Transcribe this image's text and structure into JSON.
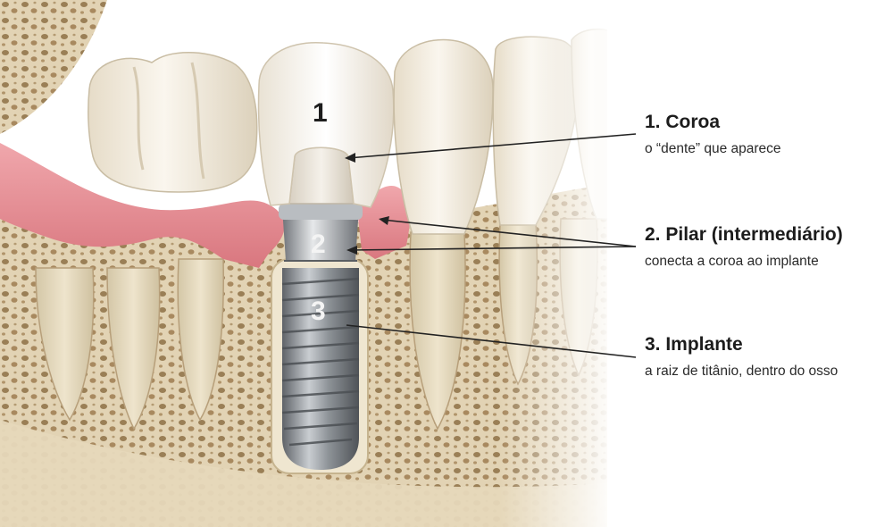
{
  "markers": {
    "one": "1",
    "two": "2",
    "three": "3"
  },
  "labels": [
    {
      "title": "1. Coroa",
      "subtitle": "o “dente” que aparece"
    },
    {
      "title": "2. Pilar (intermediário)",
      "subtitle": "conecta a coroa ao implante"
    },
    {
      "title": "3. Implante",
      "subtitle": "a raiz de titânio, dentro do osso"
    }
  ],
  "colors": {
    "bone": "#e8dcc2",
    "gum": "#e58f96",
    "tooth": "#f3ecde",
    "titanium": "#8c9196",
    "leader": "#222222"
  }
}
